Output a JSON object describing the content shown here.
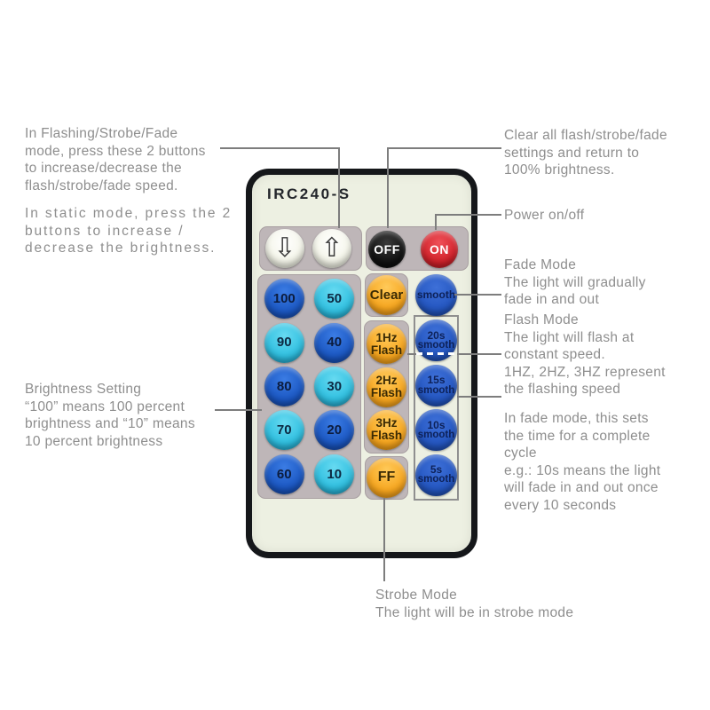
{
  "remote": {
    "model": "IRC240-S",
    "icons": {
      "down_arrow": "⇩",
      "up_arrow": "⇧"
    },
    "power": {
      "off": "OFF",
      "on": "ON"
    },
    "brightness": [
      {
        "label": "100",
        "color": "dark-blue"
      },
      {
        "label": "50",
        "color": "cyan"
      },
      {
        "label": "90",
        "color": "cyan"
      },
      {
        "label": "40",
        "color": "dark-blue"
      },
      {
        "label": "80",
        "color": "dark-blue"
      },
      {
        "label": "30",
        "color": "cyan"
      },
      {
        "label": "70",
        "color": "cyan"
      },
      {
        "label": "20",
        "color": "dark-blue"
      },
      {
        "label": "60",
        "color": "dark-blue"
      },
      {
        "label": "10",
        "color": "cyan"
      }
    ],
    "clear": "Clear",
    "flash": [
      {
        "l1": "1Hz",
        "l2": "Flash"
      },
      {
        "l1": "2Hz",
        "l2": "Flash"
      },
      {
        "l1": "3Hz",
        "l2": "Flash"
      }
    ],
    "ff": "FF",
    "smooth": [
      {
        "l1": "smooth",
        "l2": ""
      },
      {
        "l1": "20s",
        "l2": "smooth"
      },
      {
        "l1": "15s",
        "l2": "smooth"
      },
      {
        "l1": "10s",
        "l2": "smooth"
      },
      {
        "l1": "5s",
        "l2": "smooth"
      }
    ]
  },
  "annotations": {
    "speed_buttons": {
      "p1": [
        "In Flashing/Strobe/Fade",
        "mode, press these 2 buttons",
        "to increase/decrease the",
        "flash/strobe/fade speed."
      ],
      "p2": [
        "In static mode, press the 2",
        "buttons to increase /",
        "decrease the brightness."
      ]
    },
    "clear": [
      "Clear all flash/strobe/fade",
      "settings and return to",
      "100% brightness."
    ],
    "power": [
      "Power on/off"
    ],
    "fade_mode": [
      "Fade Mode",
      "The light will gradually",
      "fade in and out"
    ],
    "flash_mode": [
      "Flash Mode",
      "The light will flash at",
      "constant speed.",
      "1HZ, 2HZ, 3HZ represent",
      "the flashing speed"
    ],
    "fade_time": [
      "In fade mode, this sets",
      "the time for a complete",
      "cycle",
      "e.g.: 10s means the light",
      "will fade in and out once",
      "every 10 seconds"
    ],
    "brightness": [
      "Brightness Setting",
      "“100” means 100 percent",
      "brightness and “10” means",
      "10 percent brightness"
    ],
    "strobe_mode": [
      "Strobe Mode",
      "The light will be in strobe mode"
    ]
  },
  "colors": {
    "dark_blue": "#1b57c2",
    "cyan": "#2fbfe0",
    "orange": "#f6a51e",
    "smooth_blue": "#2456c0",
    "on_red": "#d2232b",
    "off_black": "#121212",
    "pad_gray": "#beb6b8",
    "remote_body": "#edf0e2",
    "annotation_text": "#8e8e8e",
    "connector_line": "#7d7d7d"
  }
}
